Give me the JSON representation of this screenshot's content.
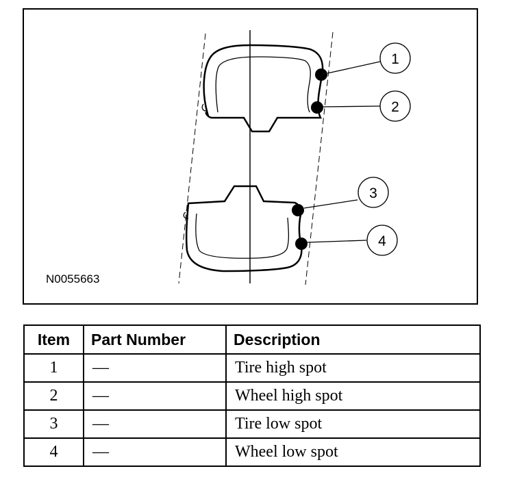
{
  "figure": {
    "id": "N0055663",
    "callouts": [
      "1",
      "2",
      "3",
      "4"
    ]
  },
  "table": {
    "headers": {
      "item": "Item",
      "part_number": "Part Number",
      "description": "Description"
    },
    "rows": [
      {
        "item": "1",
        "part_number": "—",
        "description": "Tire high spot"
      },
      {
        "item": "2",
        "part_number": "—",
        "description": "Wheel high spot"
      },
      {
        "item": "3",
        "part_number": "—",
        "description": "Tire low spot"
      },
      {
        "item": "4",
        "part_number": "—",
        "description": "Wheel low spot"
      }
    ]
  }
}
